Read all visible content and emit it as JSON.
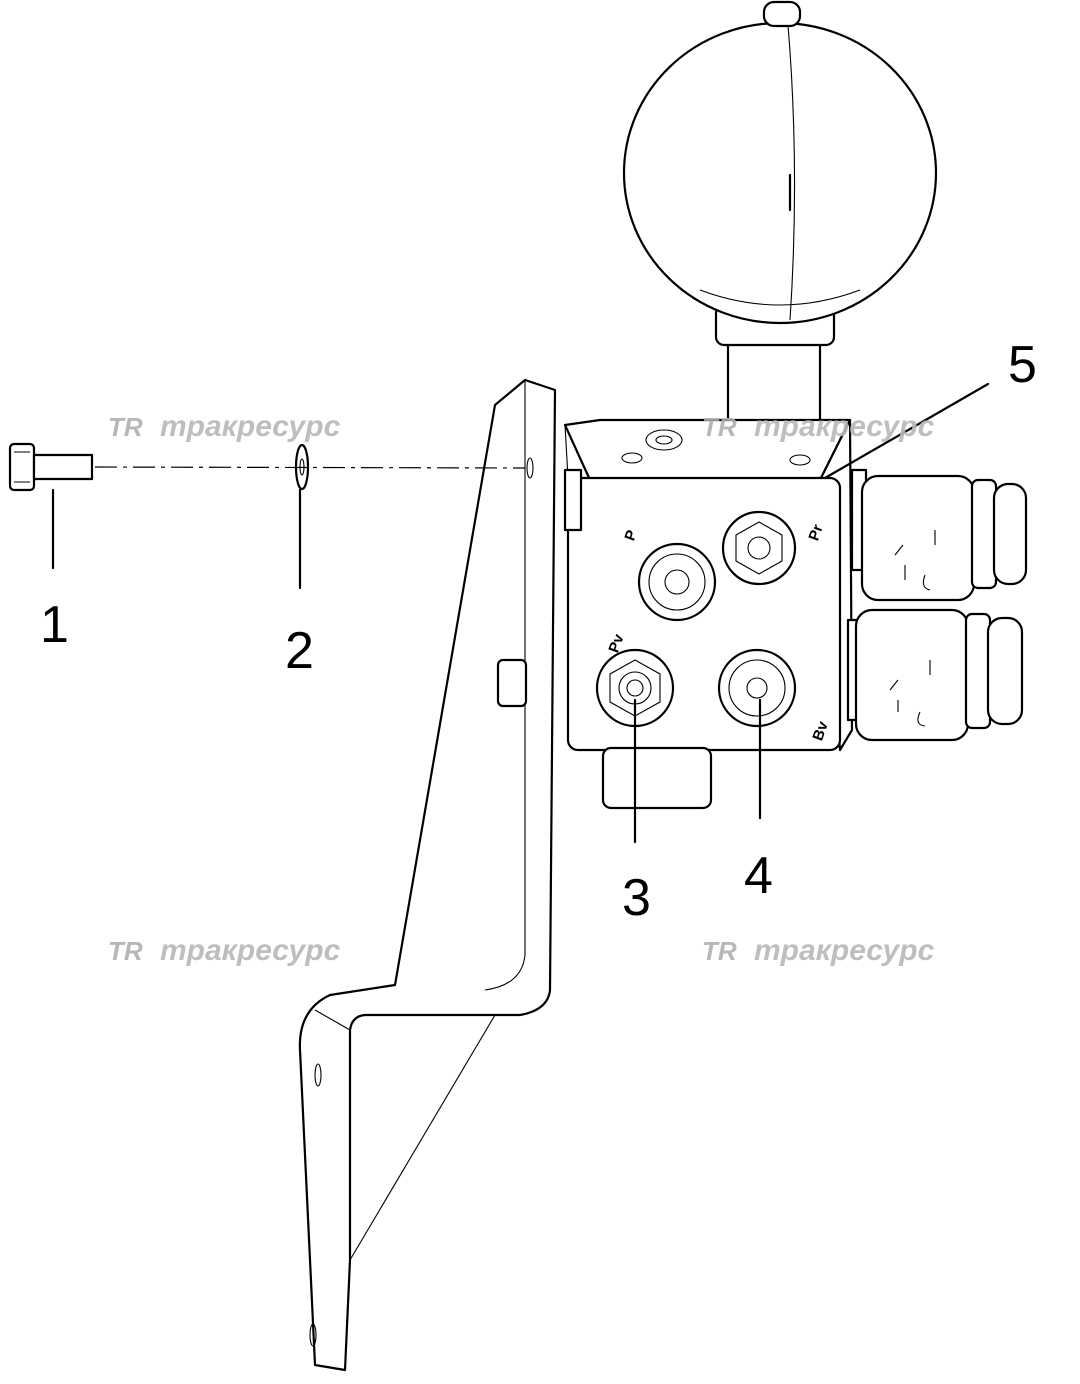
{
  "callouts": {
    "c1": "1",
    "c2": "2",
    "c3": "3",
    "c4": "4",
    "c5": "5"
  },
  "ports": {
    "p": "P",
    "pt": "Pr",
    "pv": "Pv",
    "bv": "Bv"
  },
  "watermark": {
    "logo": "TR",
    "text": "тракресурс"
  },
  "colors": {
    "line": "#000000",
    "watermark": "#b8b8b8",
    "background": "#ffffff"
  }
}
